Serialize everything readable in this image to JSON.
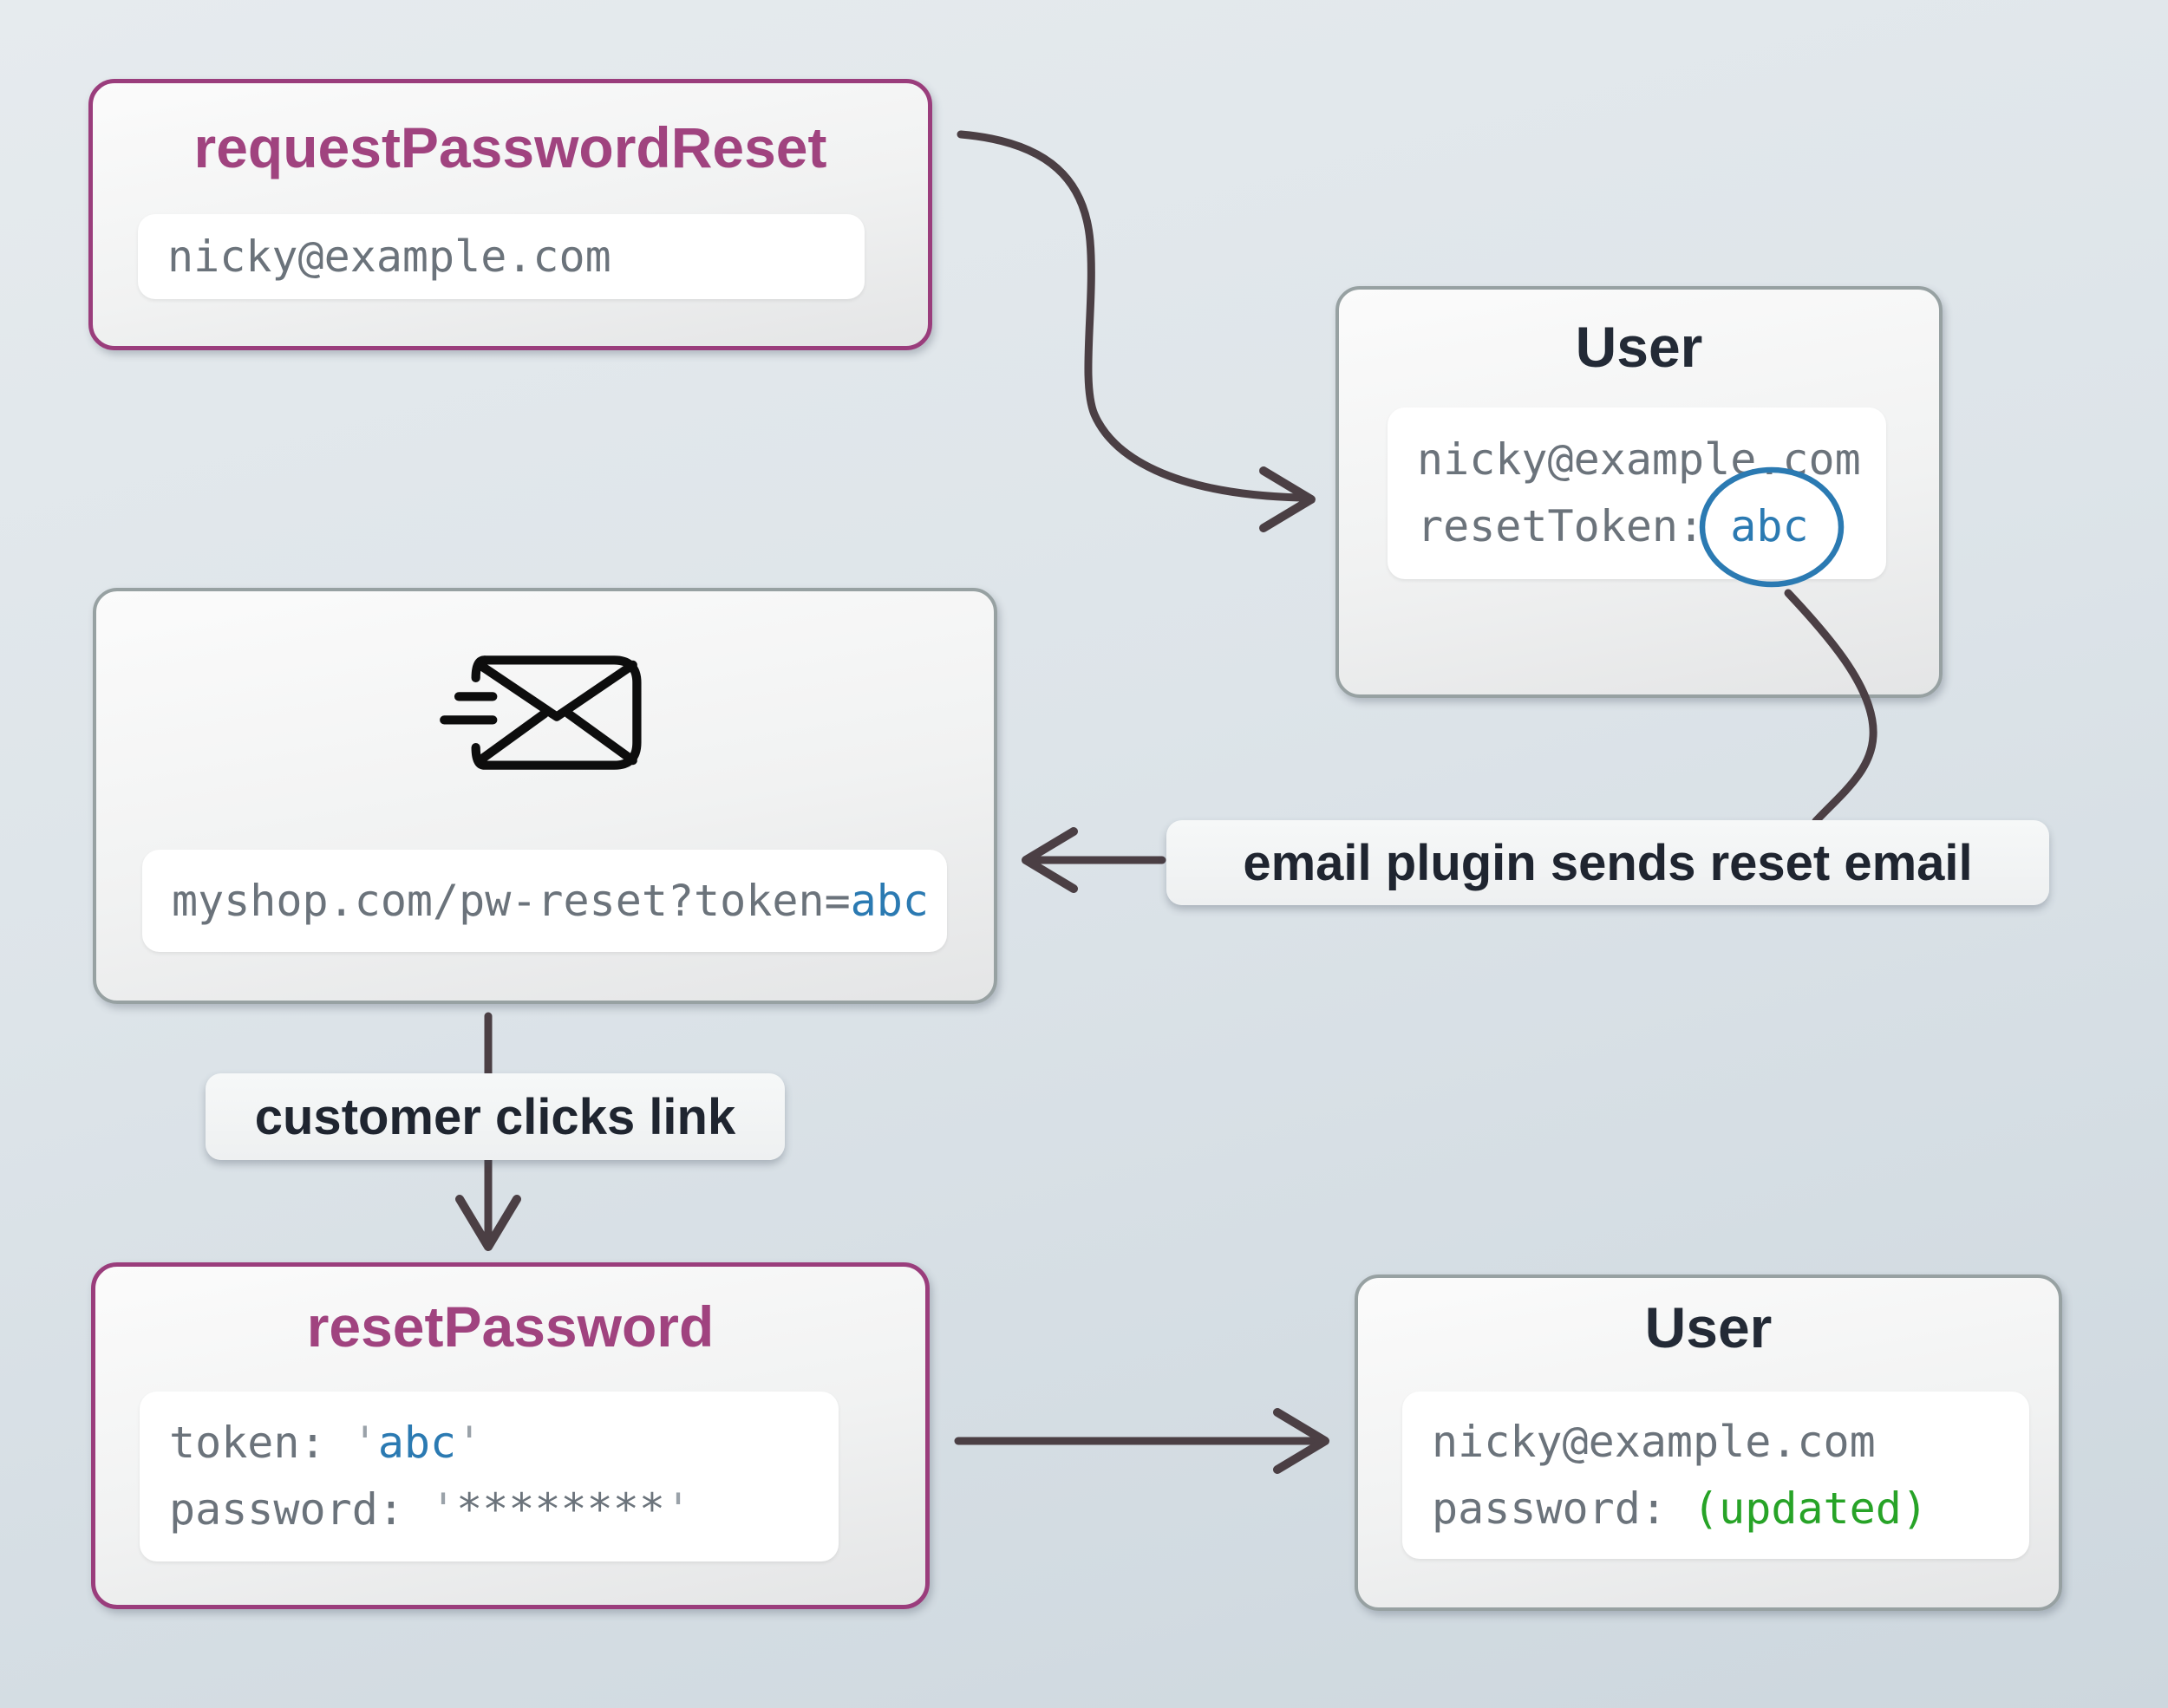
{
  "theme": {
    "accent-purple": "#9a3d7c",
    "title-purple": "#a0437f",
    "border-gray": "#97a1a2",
    "title-dark": "#232a36",
    "code-gray": "#6b737b",
    "quote-gray": "#9aa2a9",
    "token-blue": "#2b7ab2",
    "updated-green": "#27a327",
    "arrow": "#4b3f44",
    "label-dark": "#1f2530",
    "icon-black": "#0d0d0d"
  },
  "request_box": {
    "title": "requestPasswordReset",
    "email": "nicky@example.com"
  },
  "user_top_box": {
    "title": "User",
    "email": "nicky@example.com",
    "token_label": "resetToken: ",
    "token_value": "abc"
  },
  "email_box": {
    "url_prefix": "myshop.com/pw-reset?token=",
    "url_token": "abc"
  },
  "annotations": {
    "email_plugin": "email plugin sends reset email",
    "customer_clicks": "customer clicks link"
  },
  "reset_box": {
    "title": "resetPassword",
    "token_label": "token: ",
    "quote": "'",
    "token_value": "abc",
    "password_label": "password: ",
    "password_masked": "********"
  },
  "user_bottom_box": {
    "title": "User",
    "email": "nicky@example.com",
    "password_label": "password: ",
    "password_value": "(updated)"
  }
}
